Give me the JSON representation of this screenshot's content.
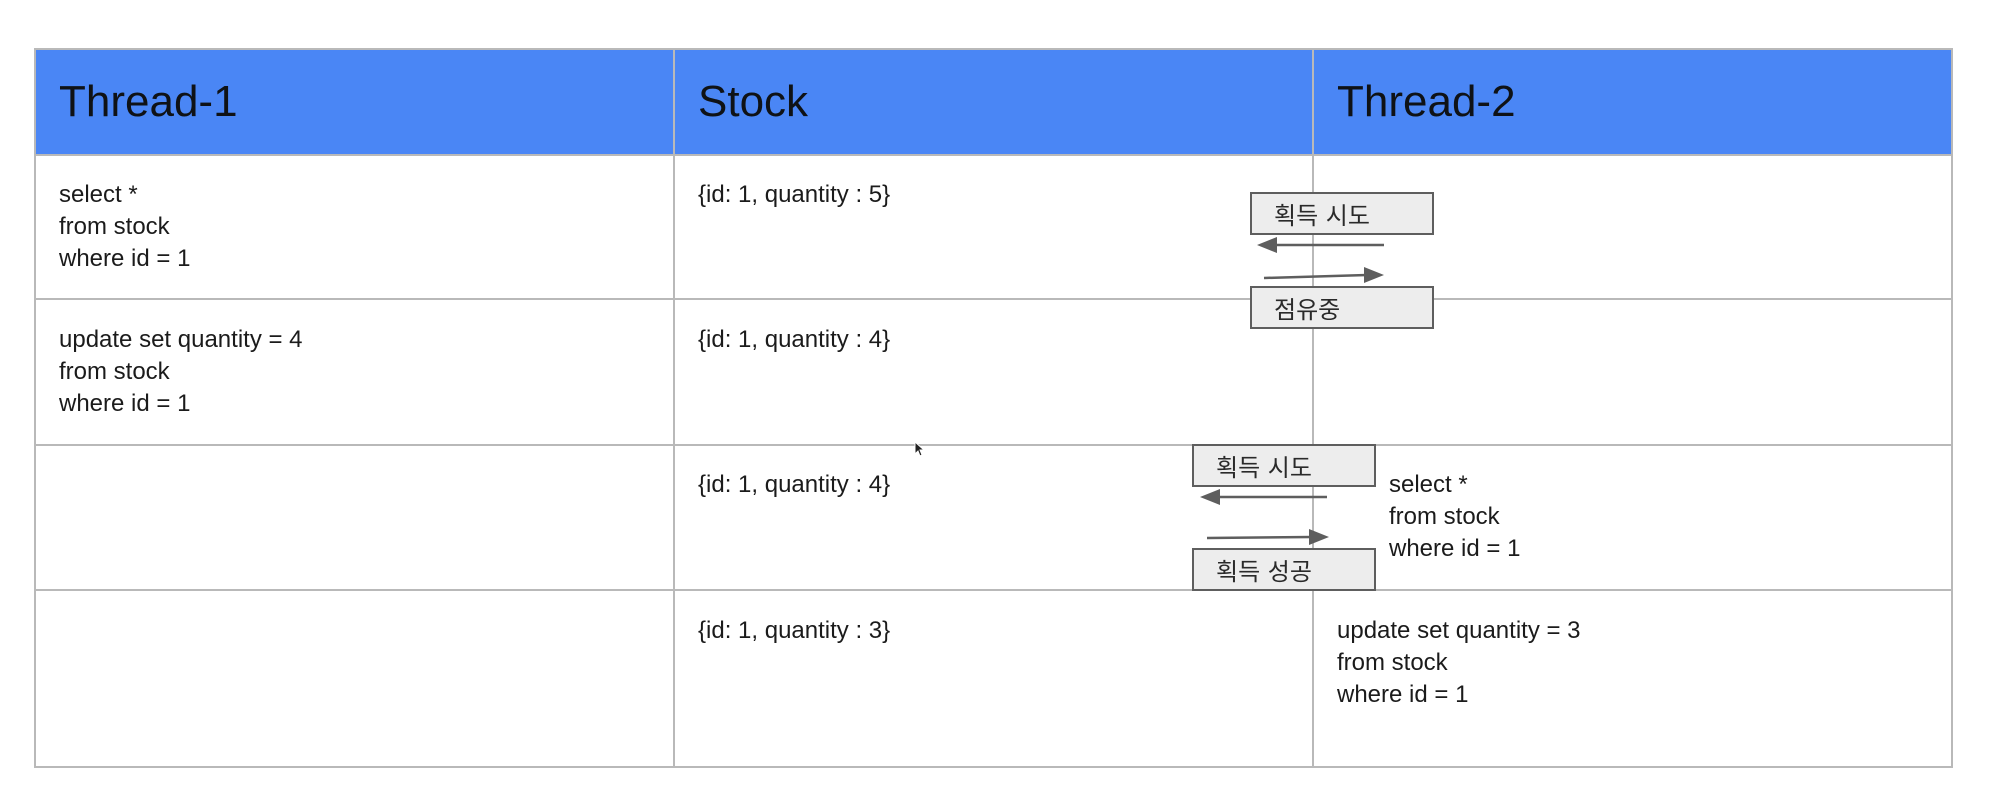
{
  "columns": [
    "Thread-1",
    "Stock",
    "Thread-2"
  ],
  "rows": [
    {
      "thread1": "select *\nfrom stock\nwhere id = 1",
      "stock": "{id: 1, quantity : 5}",
      "thread2": ""
    },
    {
      "thread1": "update set quantity = 4\nfrom stock\nwhere id = 1",
      "stock": "{id: 1, quantity : 4}",
      "thread2": ""
    },
    {
      "thread1": "",
      "stock": "{id: 1, quantity : 4}",
      "thread2": "select *\nfrom stock\nwhere id = 1"
    },
    {
      "thread1": "",
      "stock": "{id: 1, quantity : 3}",
      "thread2": "update set quantity = 3\nfrom stock\nwhere id = 1"
    }
  ],
  "lock_tags": {
    "first_attempt": "획득 시도",
    "first_result": "점유중",
    "second_attempt": "획득 시도",
    "second_result": "획득 성공"
  },
  "colors": {
    "header_background": "#4a86f5",
    "grid_line": "#b9b9b9",
    "tag_background": "#ededed",
    "arrow": "#5e5e5e"
  }
}
